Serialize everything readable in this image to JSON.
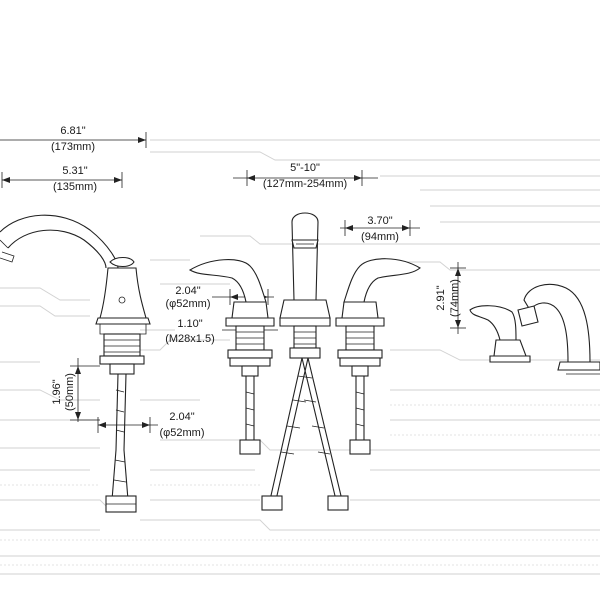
{
  "dimensions": {
    "spout_overall": {
      "inch": "6.81\"",
      "mm": "(173mm)"
    },
    "spout_reach": {
      "inch": "5.31\"",
      "mm": "(135mm)"
    },
    "spread": {
      "inch": "5\"-10\"",
      "mm": "(127mm-254mm)"
    },
    "handle_height": {
      "inch": "3.70\"",
      "mm": "(94mm)"
    },
    "handle_base_dia": {
      "inch": "2.04\"",
      "mm": "(φ52mm)"
    },
    "thread": {
      "inch": "1.10\"",
      "mm": "(M28x1.5)"
    },
    "max_deck": {
      "inch": "1.96\"",
      "mm": "(50mm)"
    },
    "spout_base_dia": {
      "inch": "2.04\"",
      "mm": "(φ52mm)"
    },
    "handle_rise": {
      "inch": "2.91\"",
      "mm": "(74mm)"
    }
  }
}
